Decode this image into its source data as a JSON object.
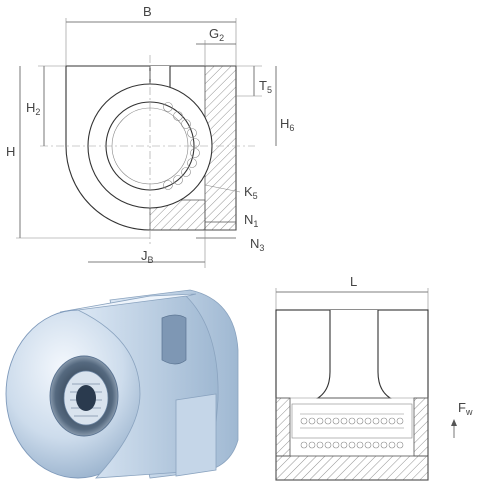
{
  "labels": {
    "B": "B",
    "G2": {
      "main": "G",
      "sub": "2"
    },
    "T5": {
      "main": "T",
      "sub": "5"
    },
    "H2": {
      "main": "H",
      "sub": "2"
    },
    "H": "H",
    "H6": {
      "main": "H",
      "sub": "6"
    },
    "K5": {
      "main": "K",
      "sub": "5"
    },
    "N1": {
      "main": "N",
      "sub": "1"
    },
    "N3": {
      "main": "N",
      "sub": "3"
    },
    "J8": {
      "main": "J",
      "sub": "B"
    },
    "L": "L",
    "Fw": {
      "main": "F",
      "sub": "w"
    }
  },
  "colors": {
    "line": "#333333",
    "dimension": "#555555",
    "hatch": "#777777",
    "render_light": "#e8f1fb",
    "render_mid": "#b9cde3",
    "render_dark": "#6f8eb0"
  }
}
